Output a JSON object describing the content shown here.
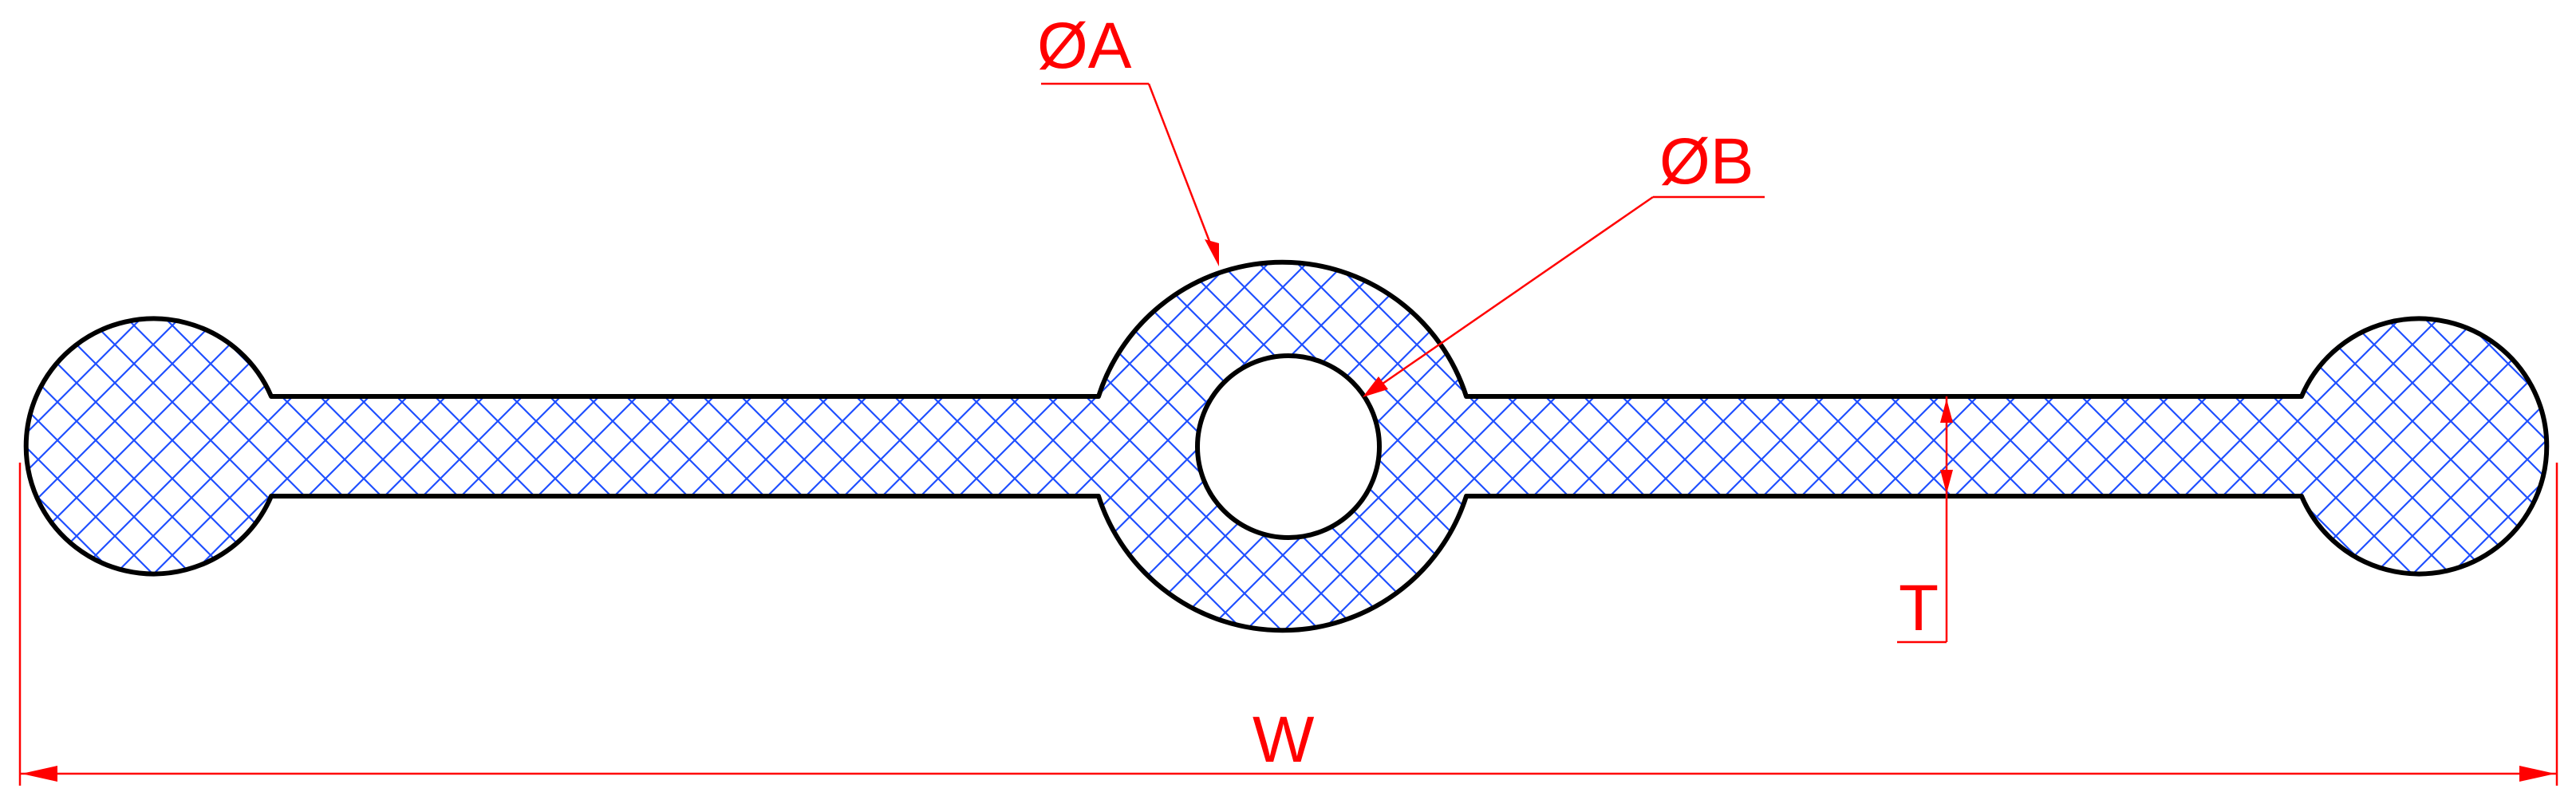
{
  "drawing": {
    "labels": {
      "dia_a": "ØA",
      "dia_b": "ØB",
      "thickness": "T",
      "width": "W"
    },
    "colors": {
      "outline": "#000000",
      "hatch": "#1f4fff",
      "dimension": "#ff0000",
      "background": "#ffffff"
    }
  }
}
